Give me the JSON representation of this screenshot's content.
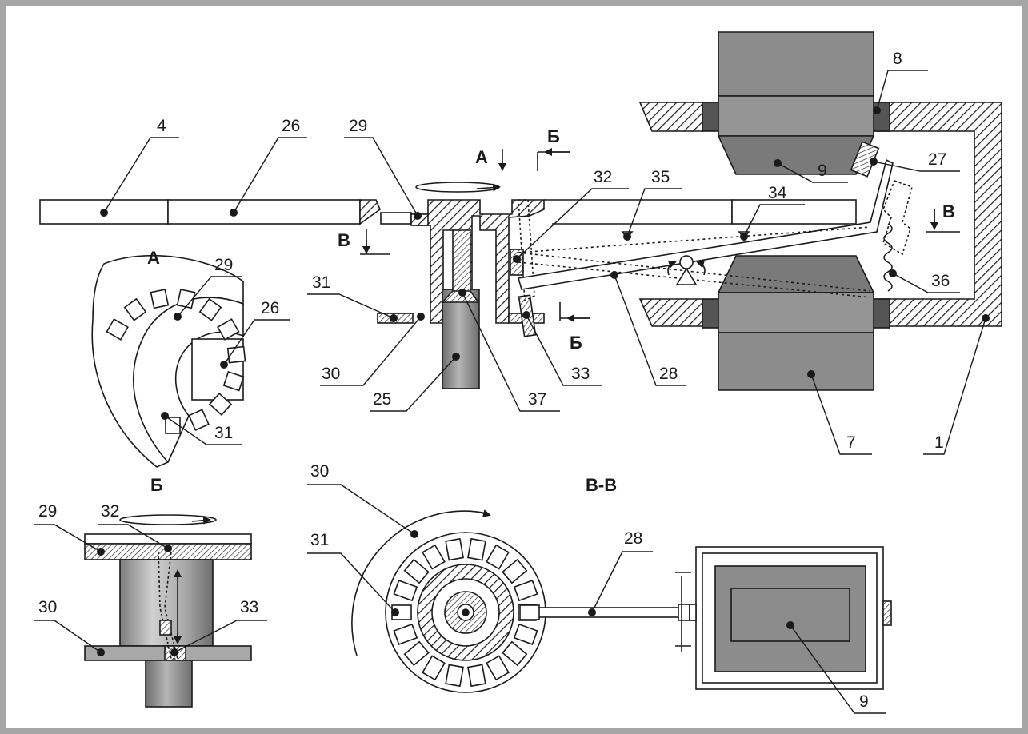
{
  "figure": {
    "section_labels": {
      "a_main": "А",
      "b_main_top": "Б",
      "b_main_bottom": "Б",
      "v_main_right": "В",
      "v_main_left": "В",
      "view_a": "А",
      "view_b": "Б",
      "view_vv": "В-В"
    },
    "callouts": {
      "c4": "4",
      "c26": "26",
      "c29": "29",
      "c32": "32",
      "c35": "35",
      "c34": "34",
      "c9": "9",
      "c8": "8",
      "c27": "27",
      "c36": "36",
      "c1": "1",
      "c7": "7",
      "c28": "28",
      "c33": "33",
      "c37": "37",
      "c25": "25",
      "c30": "30",
      "c31": "31",
      "a29": "29",
      "a26": "26",
      "a31": "31",
      "b29": "29",
      "b32": "32",
      "b30": "30",
      "b33": "33",
      "v30": "30",
      "v31": "31",
      "v28": "28",
      "v9": "9"
    },
    "colors": {
      "line": "#1a1a1a",
      "pole_fill": "#8c8c8c",
      "pole_fill_dark": "#7a7a7a",
      "magnet_ring": "#555555",
      "hatch": "#1a1a1a",
      "frame_border": "#a6a6a6"
    }
  }
}
